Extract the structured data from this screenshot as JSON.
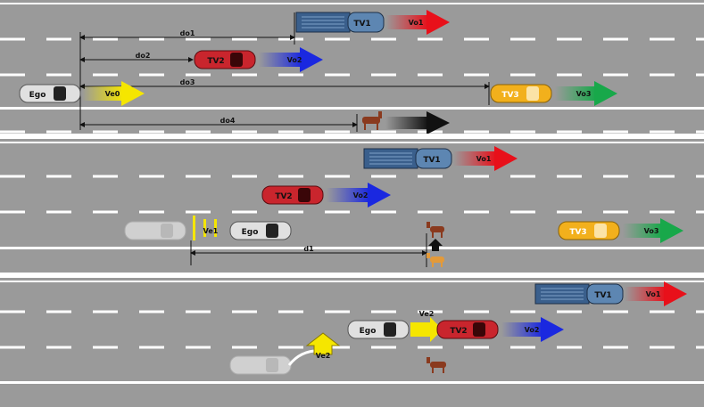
{
  "labels": {
    "ego": "Ego",
    "tv1": "TV1",
    "tv2": "TV2",
    "tv3": "TV3",
    "ve0": "Ve0",
    "vo1": "Vo1",
    "vo2": "Vo2",
    "vo3": "Vo3",
    "ve1": "Ve1",
    "ve2": "Ve2",
    "d1": "d1",
    "do1": "do1",
    "do2": "do2",
    "do3": "do3",
    "do4": "do4"
  },
  "colors": {
    "road": "#9a9a9a",
    "lane_dash": "#ffffff",
    "truck_cab": "#5d86b2",
    "truck_box": "#3a5f8c",
    "red_car": "#c9252d",
    "yellow_car": "#f2b01c",
    "silver_car": "#d9d9d9",
    "arrow_red": "#e8101a",
    "arrow_blue": "#1a28e0",
    "arrow_green": "#18a84a",
    "arrow_yellow": "#f5e600",
    "arrow_black": "#111111",
    "animal": "#8a3a1e"
  }
}
